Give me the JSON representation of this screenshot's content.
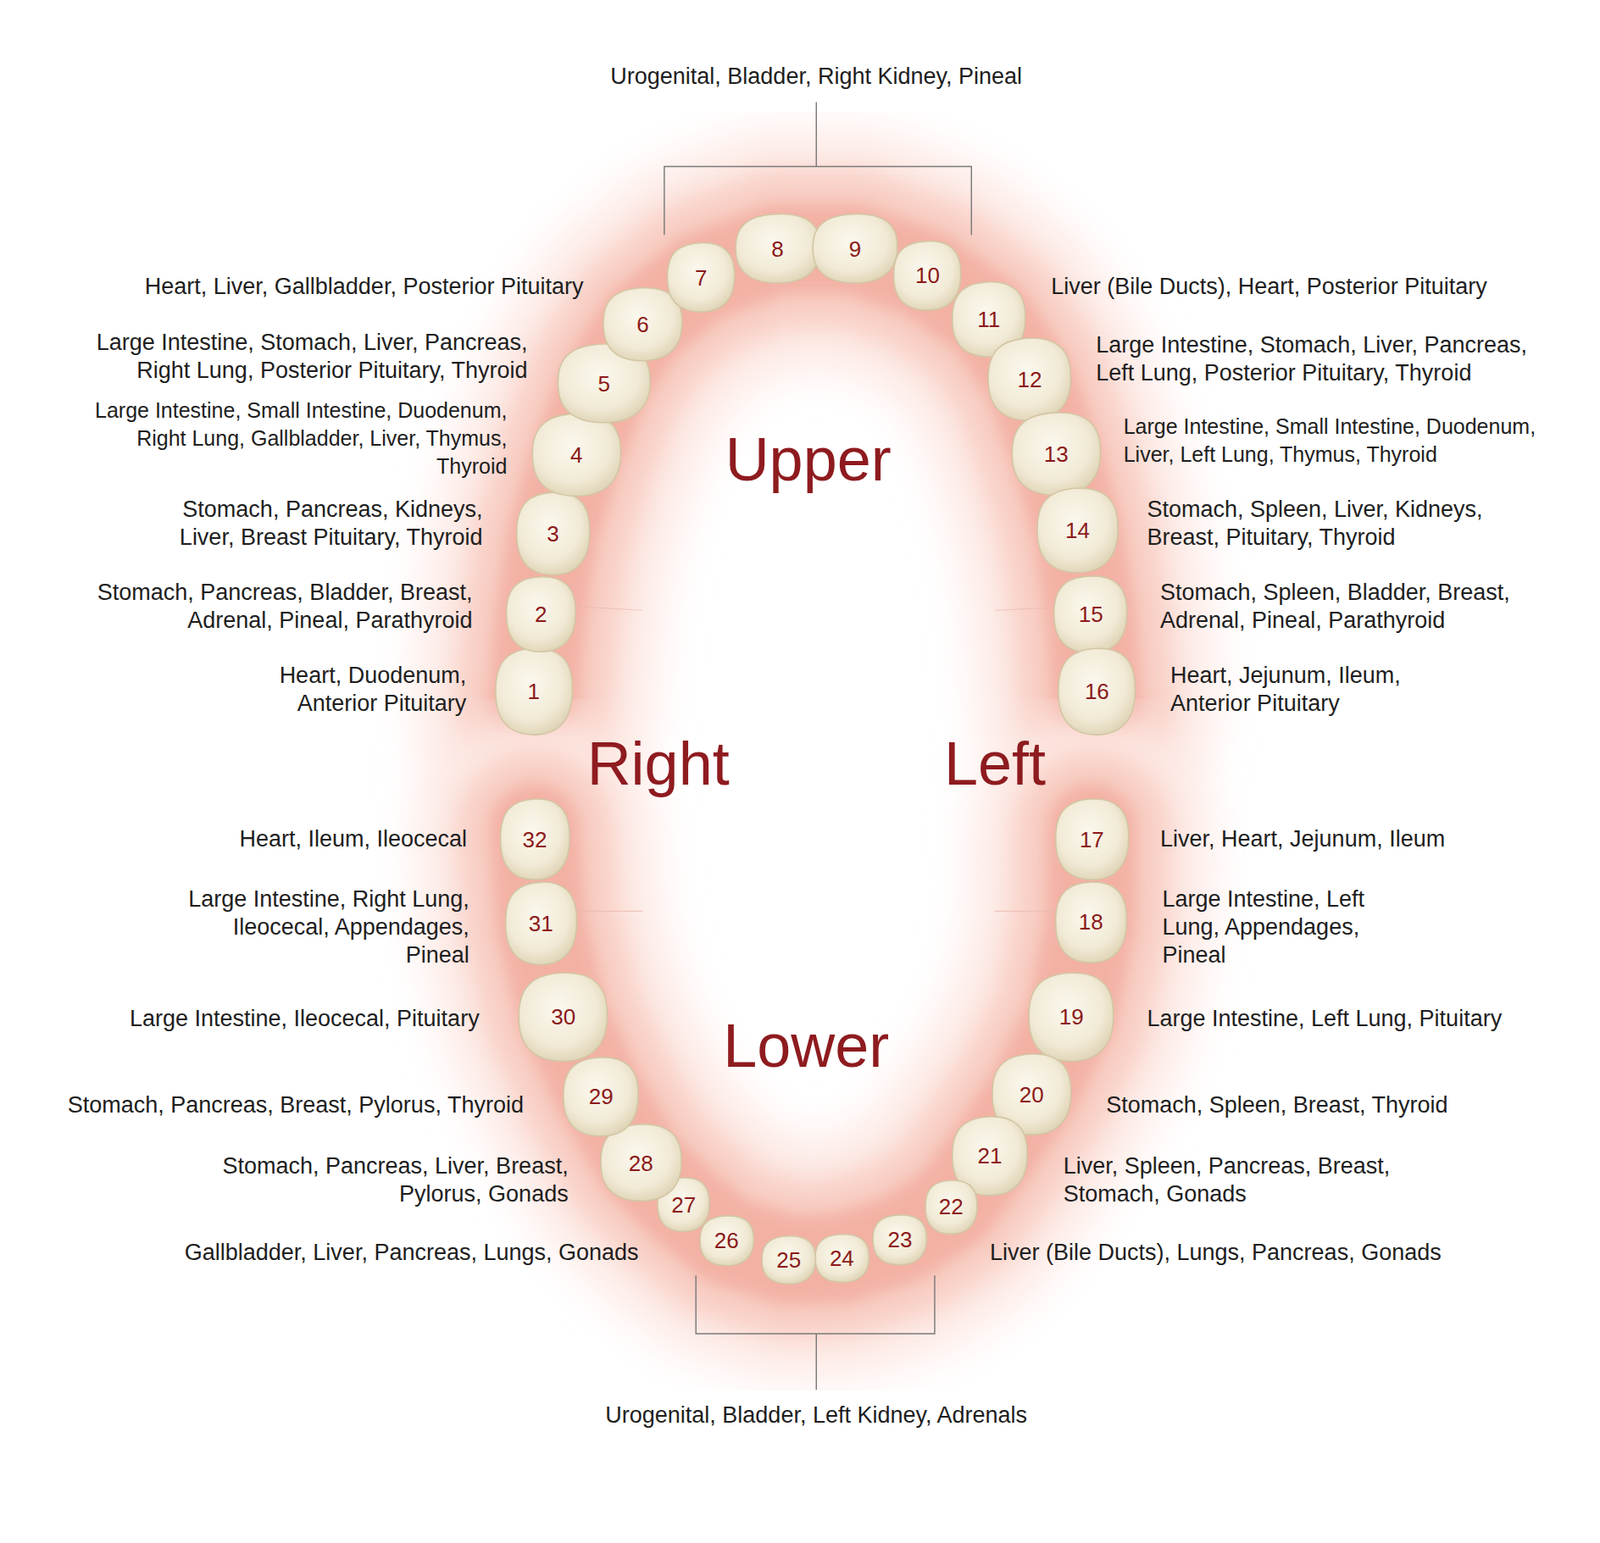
{
  "diagram": {
    "nodes": [
      {
        "text": [
          "1"
        ]
      },
      {
        "text": [
          "2"
        ]
      },
      {
        "text": [
          "3"
        ]
      },
      {
        "text": [
          "4"
        ]
      },
      {
        "text": [
          "5"
        ]
      },
      {
        "text": [
          "6"
        ]
      },
      {
        "text": [
          "7"
        ]
      },
      {
        "text": [
          "8"
        ]
      },
      {
        "text": [
          "9"
        ]
      },
      {
        "text": [
          "10"
        ]
      },
      {
        "text": [
          "11"
        ]
      },
      {
        "text": [
          "12"
        ]
      },
      {
        "text": [
          "13"
        ]
      },
      {
        "text": [
          "14"
        ]
      },
      {
        "text": [
          "15"
        ]
      },
      {
        "text": [
          "16"
        ]
      },
      {
        "text": [
          "17"
        ]
      },
      {
        "text": [
          "18"
        ]
      },
      {
        "text": [
          "19"
        ]
      },
      {
        "text": [
          "20"
        ]
      },
      {
        "text": [
          "21"
        ]
      },
      {
        "text": [
          "22"
        ]
      },
      {
        "text": [
          "23"
        ]
      },
      {
        "text": [
          "24"
        ]
      },
      {
        "text": [
          "25"
        ]
      },
      {
        "text": [
          "26"
        ]
      },
      {
        "text": [
          "27"
        ]
      },
      {
        "text": [
          "28"
        ]
      },
      {
        "text": [
          "29"
        ]
      },
      {
        "text": [
          "30"
        ]
      },
      {
        "text": [
          "31"
        ]
      },
      {
        "text": [
          "32"
        ]
      }
    ],
    "labels": [
      "Urogenital, Bladder, Right Kidney, Pineal",
      "Heart, Liver, Gallbladder, Posterior Pituitary",
      "Liver (Bile Ducts), Heart, Posterior Pituitary",
      "Large Intestine, Stomach, Liver, Pancreas, Right Lung, Posterior Pituitary, Thyroid",
      "Large Intestine, Stomach, Liver, Pancreas, Left Lung, Posterior Pituitary, Thyroid",
      "Large Intestine, Small Intestine, Duodenum, Right Lung, Gallbladder, Liver, Thymus, Thyroid",
      "Upper",
      "Large Intestine, Small Intestine, Duodenum, Liver, Left Lung, Thymus, Thyroid",
      "Stomach, Pancreas, Kidneys, Liver, Breast Pituitary, Thyroid",
      "Stomach, Spleen, Liver, Kidneys, Breast, Pituitary, Thyroid",
      "Stomach, Pancreas, Bladder, Breast, Adrenal, Pineal, Parathyroid",
      "Stomach, Spleen, Bladder, Breast, Adrenal, Pineal, Parathyroid",
      "Heart, Duodenum, Anterior Pituitary",
      "Heart, Jejunum, Ileum, Anterior Pituitary",
      "Right",
      "Left",
      "Heart, Ileum, Ileocecal",
      "Liver, Heart, Jejunum, Ileum",
      "Large Intestine, Right Lung, Ileocecal, Appendages, Pineal",
      "Large Intestine, Left Lung, Appendages, Pineal",
      "Large Intestine, Ileocecal, Pituitary",
      "Large Intestine, Left Lung, Pituitary",
      "Lower",
      "Stomach, Pancreas, Breast, Pylorus, Thyroid",
      "Stomach, Spleen, Breast, Thyroid",
      "Stomach, Pancreas, Liver, Breast, Pylorus, Gonads",
      "Liver, Spleen, Pancreas, Breast, Stomach, Gonads",
      "Gallbladder, Liver, Pancreas, Lungs, Gonads",
      "Liver (Bile Ducts), Lungs, Pancreas, Gonads",
      "Urogenital, Bladder, Left Kidney, Adrenals"
    ]
  }
}
